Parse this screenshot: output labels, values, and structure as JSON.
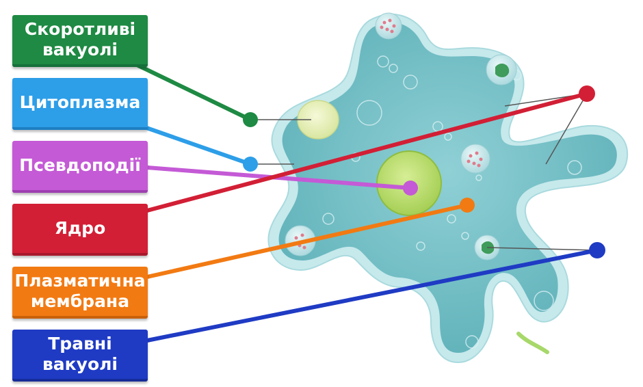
{
  "labels": [
    {
      "text": "Скоротливі\nвакуолі",
      "color": "#1e8a43",
      "edge": "#15703a"
    },
    {
      "text": "Цитоплазма",
      "color": "#2d9ee8",
      "edge": "#1e7fc2"
    },
    {
      "text": "Псевдоподії",
      "color": "#c45ad6",
      "edge": "#9e3fb0"
    },
    {
      "text": "Ядро",
      "color": "#d21f35",
      "edge": "#a8182a"
    },
    {
      "text": "Плазматична\nмембрана",
      "color": "#f27a12",
      "edge": "#c9600a"
    },
    {
      "text": "Травні\nвакуолі",
      "color": "#1f3bc4",
      "edge": "#162c99"
    }
  ],
  "colors": {
    "cell_membrane": "#bfe6ea",
    "cytoplasm": "#6fbdc4",
    "nucleus": "#b8dc6a",
    "contractile_vacuole": "#e8f0b8",
    "pointer_line": "#555555"
  }
}
